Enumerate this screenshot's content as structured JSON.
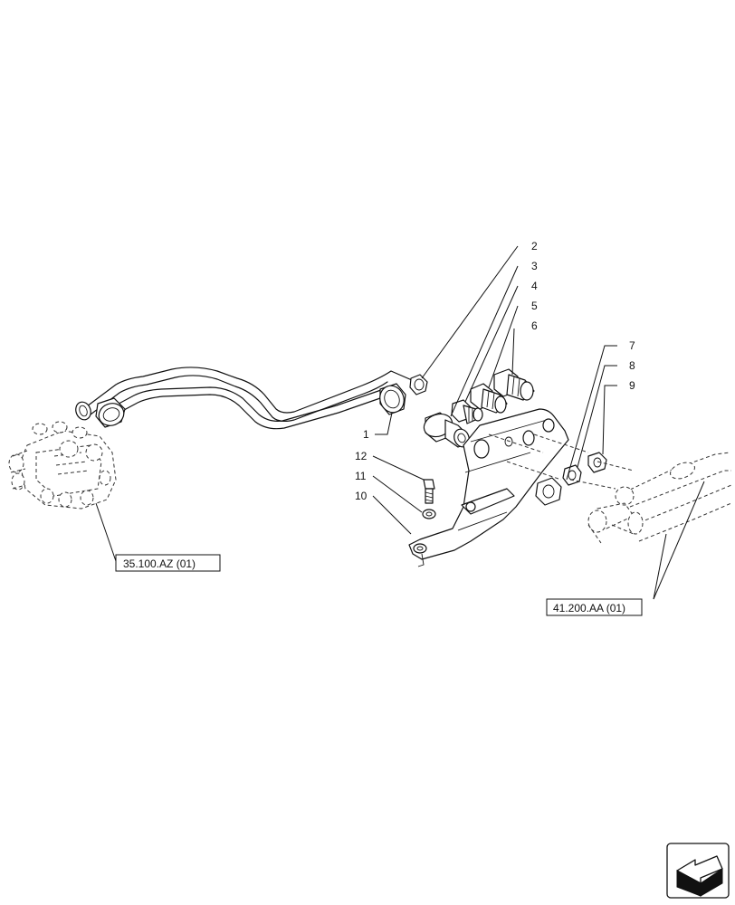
{
  "callouts": {
    "c1": "1",
    "c2": "2",
    "c3": "3",
    "c4": "4",
    "c5": "5",
    "c6": "6",
    "c7": "7",
    "c8": "8",
    "c9": "9",
    "c10": "10",
    "c11": "11",
    "c12": "12"
  },
  "references": {
    "valve_ref": "35.100.AZ (01)",
    "hose_ref": "41.200.AA (01)"
  },
  "icons": {
    "nav": "previous-page-arrow-icon"
  }
}
